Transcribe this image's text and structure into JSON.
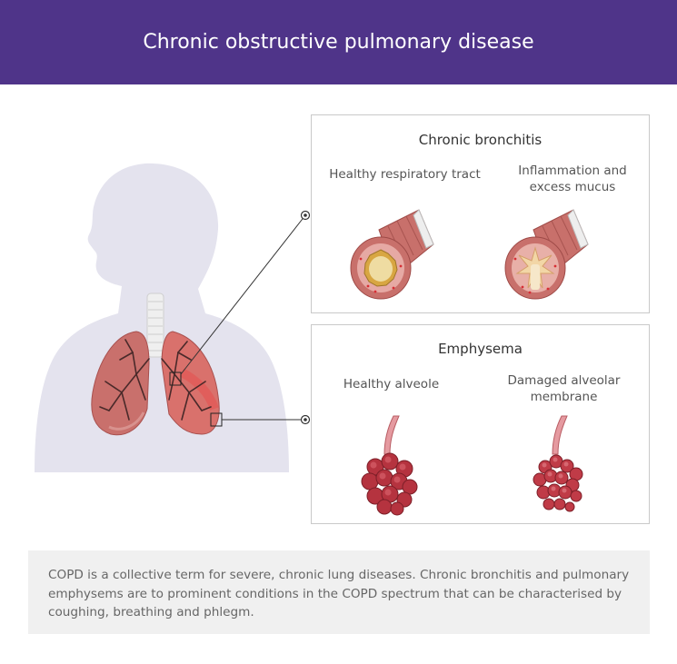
{
  "header": {
    "title": "Chronic obstructive pulmonary disease"
  },
  "bronchitis_panel": {
    "title": "Chronic bronchitis",
    "healthy_label": "Healthy respiratory tract",
    "diseased_label": "Inflammation and excess mucus"
  },
  "emphysema_panel": {
    "title": "Emphysema",
    "healthy_label": "Healthy alveole",
    "diseased_label": "Damaged alveolar membrane"
  },
  "note": {
    "text": "COPD is a collective term for severe, chronic lung diseases. Chronic bronchitis and pulmonary emphysems are to prominent conditions in the COPD spectrum that can be characterised by coughing, breathing and phlegm."
  },
  "colors": {
    "header_bg": "#4f3489",
    "silhouette": "#e4e3ee",
    "tissue": "#b85a57",
    "tissue_light": "#e0a9a4",
    "alveoli": "#b5333f"
  }
}
